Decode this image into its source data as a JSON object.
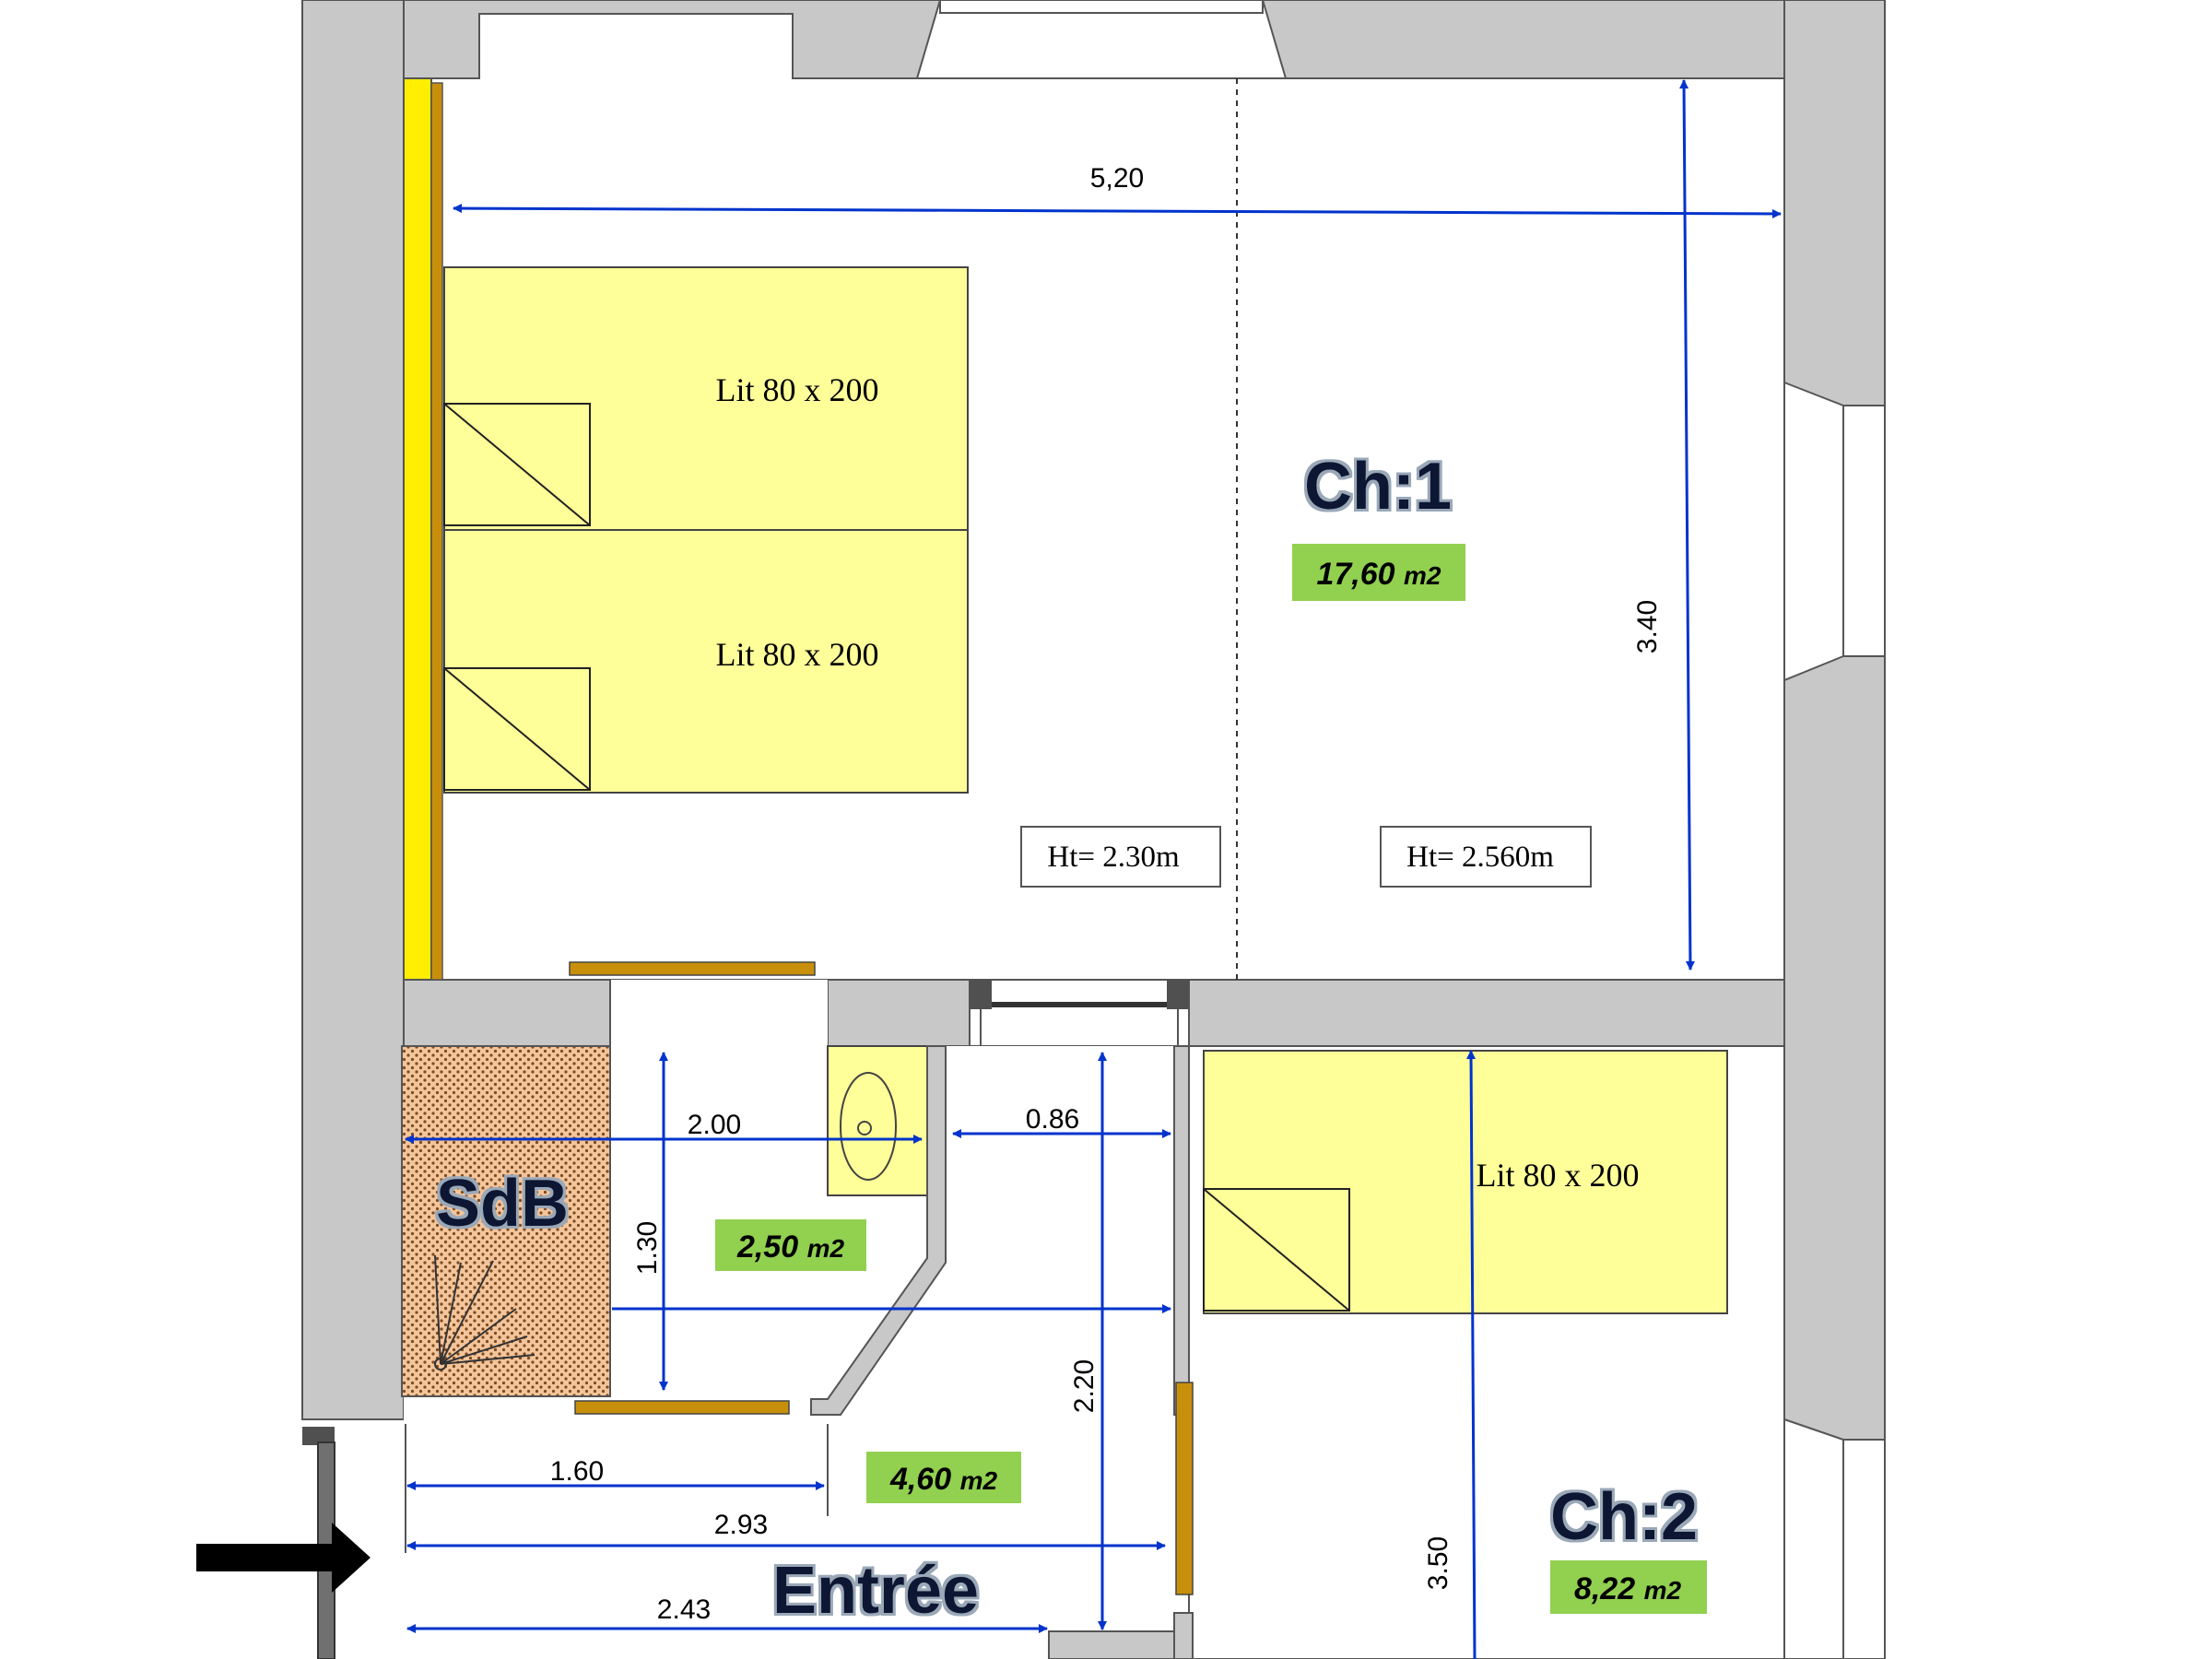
{
  "rooms": {
    "ch1": {
      "label": "Ch:1",
      "area_value": "17,60",
      "area_unit": "m2"
    },
    "ch2": {
      "label": "Ch:2",
      "area_value": "8,22",
      "area_unit": "m2"
    },
    "sdb": {
      "label": "SdB",
      "area_value": "2,50",
      "area_unit": "m2"
    },
    "entree": {
      "label": "Entrée",
      "area_value": "4,60",
      "area_unit": "m2"
    }
  },
  "beds": [
    {
      "label": "Lit 80 x 200"
    },
    {
      "label": "Lit 80 x 200"
    },
    {
      "label": "Lit 80 x 200"
    }
  ],
  "ceiling_heights": {
    "left": "Ht= 2.30m",
    "right": "Ht= 2.560m"
  },
  "dimensions": {
    "ch1_width": "5,20",
    "ch1_depth": "3.40",
    "sdb_width": "2.00",
    "sdb_depth": "1.30",
    "passage_width": "0.86",
    "entree_depth": "2.20",
    "entree_1": "1.60",
    "entree_2": "2.93",
    "entree_3": "2.43",
    "ch2_depth": "3.50"
  },
  "colors": {
    "wall": "#c8c8c8",
    "bed": "#ffff99",
    "area_badge": "#92d050",
    "dimension": "#0033cc",
    "shower_tile": "#f4c49a",
    "door": "#c8900a",
    "wardrobe": "#ffee00"
  }
}
